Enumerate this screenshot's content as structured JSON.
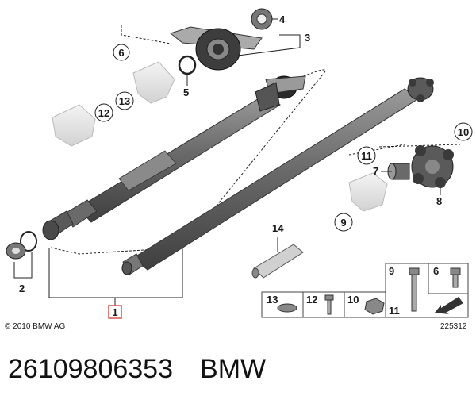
{
  "diagram": {
    "callouts": {
      "c1": "1",
      "c2": "2",
      "c3": "3",
      "c4": "4",
      "c5": "5",
      "c6": "6",
      "c7": "7",
      "c8": "8",
      "c9": "9",
      "c10": "10",
      "c11": "11",
      "c12": "12",
      "c13": "13",
      "c14": "14"
    },
    "legend": {
      "l13": "13",
      "l12": "12",
      "l10": "10",
      "l11": "11",
      "l9": "9",
      "l6": "6"
    },
    "copyright": "© 2010 BMW AG",
    "image_number": "225312"
  },
  "caption": {
    "part_number": "26109806353",
    "brand": "BMW"
  },
  "colors": {
    "shaft": "#7c7c7c",
    "shaft_dark": "#4a4a4a",
    "ghost": "#e6e6e6",
    "highlight_box": "#d9534f"
  }
}
